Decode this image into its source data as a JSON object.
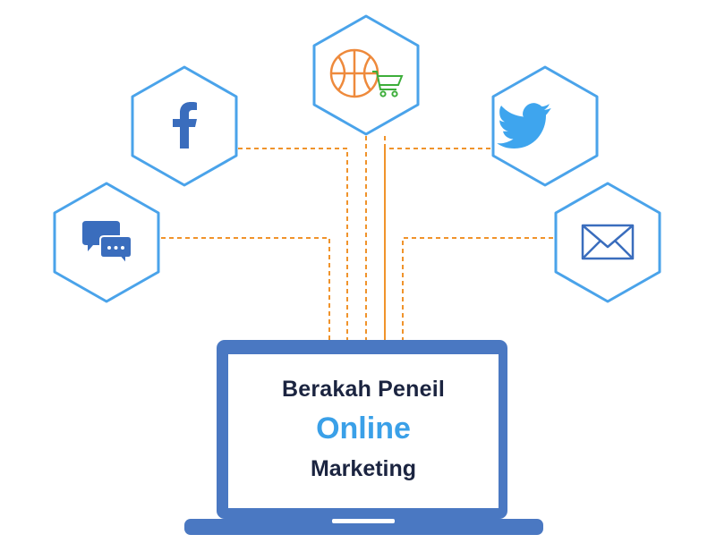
{
  "laptop": {
    "title_line1": "Berakah Peneil",
    "title_line2": "Online",
    "title_line3": "Marketing"
  },
  "nodes": [
    {
      "id": "shop",
      "icon": "basketball-shopping-cart-icon"
    },
    {
      "id": "facebook",
      "icon": "facebook-icon"
    },
    {
      "id": "twitter",
      "icon": "twitter-bird-icon"
    },
    {
      "id": "chat",
      "icon": "chat-bubbles-icon"
    },
    {
      "id": "email",
      "icon": "envelope-icon"
    }
  ],
  "colors": {
    "hexagon_stroke": "#4aa3ea",
    "connector": "#f0932b",
    "laptop_body": "#4a78c2",
    "icon_blue": "#3a6dbd",
    "twitter_blue": "#3ea5ee",
    "ball_orange": "#ee8a3c",
    "cart_green": "#3dae3a",
    "title_dark": "#1b2440",
    "title_accent": "#3aa0e8"
  }
}
